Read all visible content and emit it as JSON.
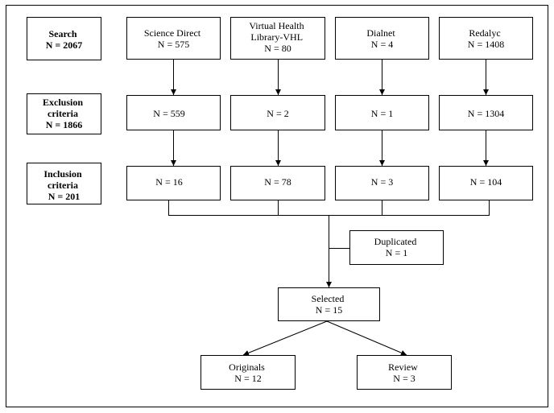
{
  "stages": {
    "search": [
      "Search",
      "N = 2067"
    ],
    "exclusion": [
      "Exclusion",
      "criteria",
      "N = 1866"
    ],
    "inclusion": [
      "Inclusion",
      "criteria",
      "N = 201"
    ]
  },
  "sources": [
    {
      "name": [
        "Science Direct",
        "N = 575"
      ],
      "excluded": "N = 559",
      "included": "N = 16"
    },
    {
      "name": [
        "Virtual Health",
        "Library-VHL",
        "N = 80"
      ],
      "excluded": "N = 2",
      "included": "N = 78"
    },
    {
      "name": [
        "Dialnet",
        "N = 4"
      ],
      "excluded": "N = 1",
      "included": "N = 3"
    },
    {
      "name": [
        "Redalyc",
        "N = 1408"
      ],
      "excluded": "N = 1304",
      "included": "N = 104"
    }
  ],
  "duplicated": [
    "Duplicated",
    "N = 1"
  ],
  "selected": [
    "Selected",
    "N = 15"
  ],
  "originals": [
    "Originals",
    "N = 12"
  ],
  "review": [
    "Review",
    "N = 3"
  ]
}
